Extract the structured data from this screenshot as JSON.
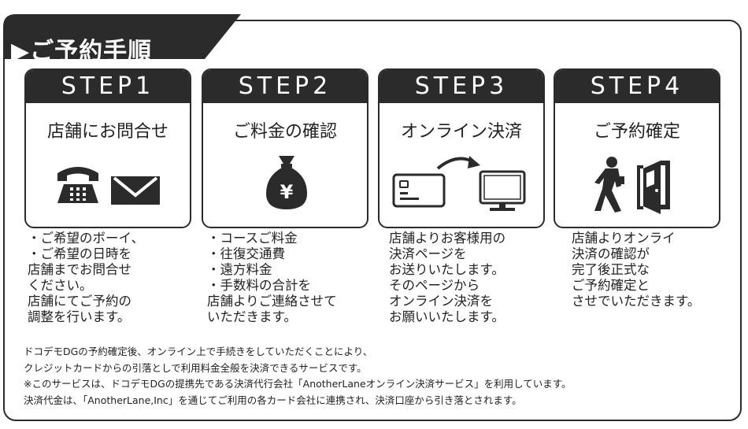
{
  "header": {
    "title": "▶ご予約手順"
  },
  "steps": [
    {
      "label": "STEP1",
      "title": "店舗にお問合せ",
      "icons": [
        "phone-icon",
        "envelope-icon"
      ],
      "description": "・ご希望のボーイ、\n・ご希望の日時を\n店舗までお問合せ\nください。\n店舗にてご予約の\n調整を行います。"
    },
    {
      "label": "STEP2",
      "title": "ご料金の確認",
      "icons": [
        "money-bag-icon"
      ],
      "money_symbol": "¥",
      "description": "・コースご料金\n・往復交通費\n・遠方料金\n・手数料の合計を\n店舗よりご連絡させて\nいただきます。"
    },
    {
      "label": "STEP3",
      "title": "オンライン決済",
      "icons": [
        "credit-card-icon",
        "arrow-icon",
        "monitor-icon"
      ],
      "description": "店舗よりお客様用の\n決済ページを\nお送りいたします。\nそのページから\nオンライン決済を\nお願いいたします。"
    },
    {
      "label": "STEP4",
      "title": "ご予約確定",
      "icons": [
        "walking-person-icon",
        "door-icon"
      ],
      "description": "店舗よりオンライ\n決済の確認が\n完了後正式な\nご予約確定と\nさせでいただきます。"
    }
  ],
  "notes": [
    "ドコデモDGの予約確定後、オンライン上で手続きをしていただくことにより、",
    "クレジットカードからの引落としで利用料金全般を決済できるサービスです。",
    "※このサービスは、ドコデモDGの提携先である決済代行会社「AnotherLaneオンライン決済サービス」を利用しています。",
    "決済代金は、「AnotherLane,Inc」を通じてご利用の各カード会社に連携され、決済口座から引き落とされます。"
  ],
  "colors": {
    "dark": "#2b2b2b",
    "background": "#ffffff"
  }
}
